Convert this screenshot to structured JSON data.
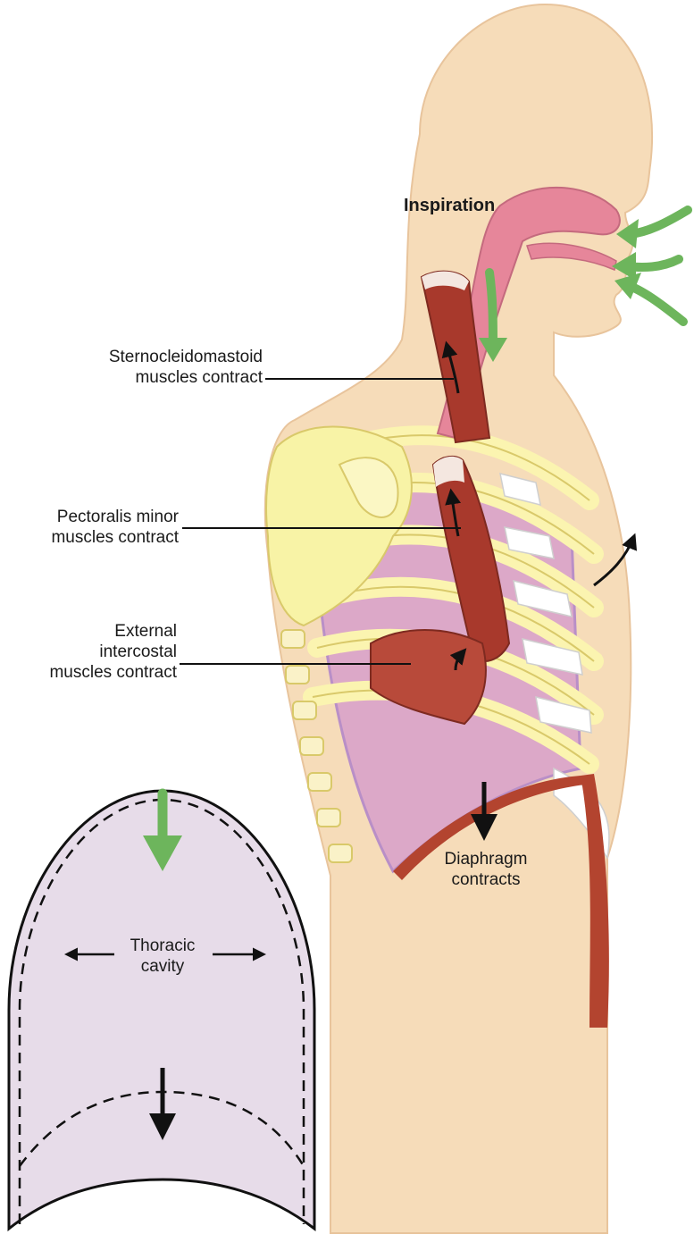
{
  "figure": {
    "title": "Inspiration",
    "labels": {
      "sternocleidomastoid": [
        "Sternocleidomastoid",
        "muscles contract"
      ],
      "pectoralis": [
        "Pectoralis minor",
        "muscles contract"
      ],
      "intercostal": [
        "External",
        "intercostal",
        "muscles contract"
      ],
      "diaphragm": [
        "Diaphragm",
        "contracts"
      ],
      "thoracic": [
        "Thoracic",
        "cavity"
      ]
    }
  },
  "colors": {
    "skin": "#f6dcb9",
    "skin_edge": "#e8c49c",
    "rib": "#fbf4b0",
    "scapula": "#f8f3a6",
    "intercostal_fill": "#d7a0b8",
    "lung": "#dca8c8",
    "muscle": "#a8392c",
    "muscle_light": "#c75a46",
    "airway": "#e6869a",
    "cartilage": "#ffffff",
    "green_arrow": "#6db55c",
    "cavity_fill": "#e7dce9",
    "ink": "#111111"
  }
}
